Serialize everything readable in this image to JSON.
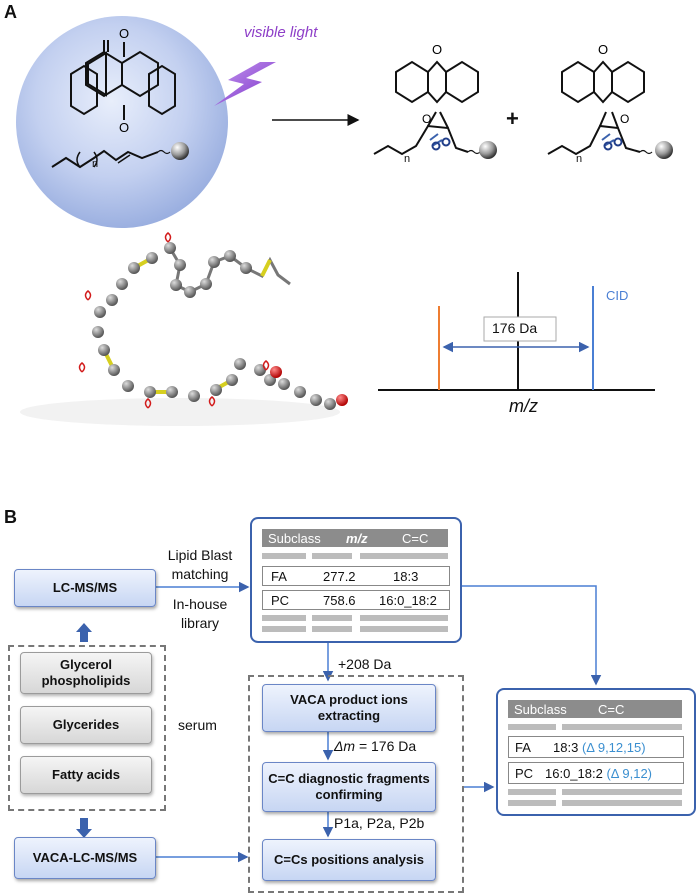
{
  "panels": {
    "a": "A",
    "b": "B"
  },
  "panel_a": {
    "light_label": "visible light",
    "plus": "+",
    "subscript_n": "n",
    "spectrum": {
      "mass_shift": "176 Da",
      "cid": "CID",
      "xaxis": "m/z"
    }
  },
  "panel_b": {
    "lc_msms": "LC-MS/MS",
    "vaca_lc_msms": "VACA-LC-MS/MS",
    "lipids": [
      "Glycerol phospholipids",
      "Glycerides",
      "Fatty acids"
    ],
    "serum": "serum",
    "lipid_blast": "Lipid Blast matching",
    "inhouse": "In-house library",
    "plus208": "+208 Da",
    "delta_m_prefix": "Δm",
    "delta_m_value": " = 176 Da",
    "p_ions": "P1a, P2a, P2b",
    "steps": [
      "VACA product ions extracting",
      "C=C diagnostic fragments confirming",
      "C=Cs positions analysis"
    ],
    "table1": {
      "headers": [
        "Subclass",
        "m/z",
        "C=C"
      ],
      "rows": [
        [
          "FA",
          "277.2",
          "18:3"
        ],
        [
          "PC",
          "758.6",
          "16:0_18:2"
        ]
      ]
    },
    "table2": {
      "headers": [
        "Subclass",
        "C=C"
      ],
      "rows": [
        {
          "subclass": "FA",
          "chain": "18:3",
          "positions": "(Δ 9,12,15)"
        },
        {
          "subclass": "PC",
          "chain": "16:0_18:2",
          "positions": "(Δ 9,12)"
        }
      ]
    }
  },
  "colors": {
    "accent_blue": "#3b62ad",
    "cid_blue": "#4a7fd4",
    "orange": "#ee7d31",
    "purple": "#8e3fc8"
  }
}
